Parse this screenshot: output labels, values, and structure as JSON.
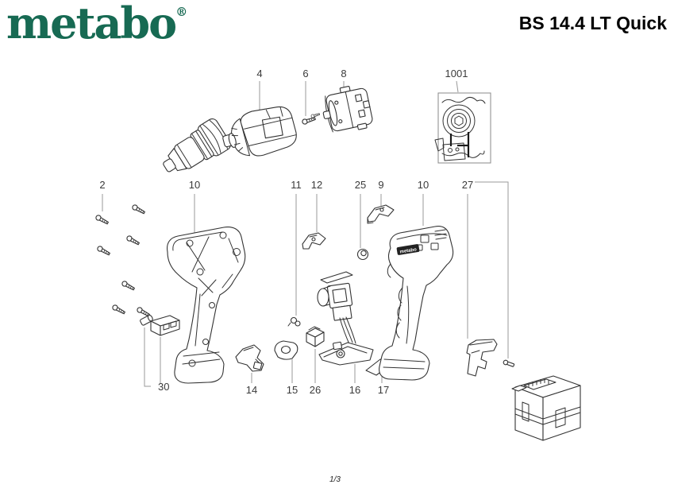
{
  "header": {
    "brand": "metabo",
    "registered_mark": "®",
    "model_title": "BS 14.4 LT Quick"
  },
  "footer": {
    "page_indicator": "1/3"
  },
  "colors": {
    "brand_green": "#176a53",
    "drawing_stroke": "#333333",
    "leader_line_gray": "#9a9a9a",
    "callout_text_gray": "#3a3a3a"
  },
  "diagram": {
    "type": "exploded-parts-view",
    "callouts": {
      "gearbox": "4",
      "gearbox_screws": "6",
      "motor": "8",
      "inset_kit": "1001",
      "housing_screws": "2",
      "housing_left": "10",
      "pin": "11",
      "bracket": "12",
      "nut": "25",
      "latch": "9",
      "housing_right": "10",
      "belt_hook": "27",
      "contact_module": "30",
      "trigger": "14",
      "slider": "15",
      "block": "26",
      "switch": "16",
      "label_sticker": "17"
    },
    "housing_badge_text": "metabo"
  }
}
